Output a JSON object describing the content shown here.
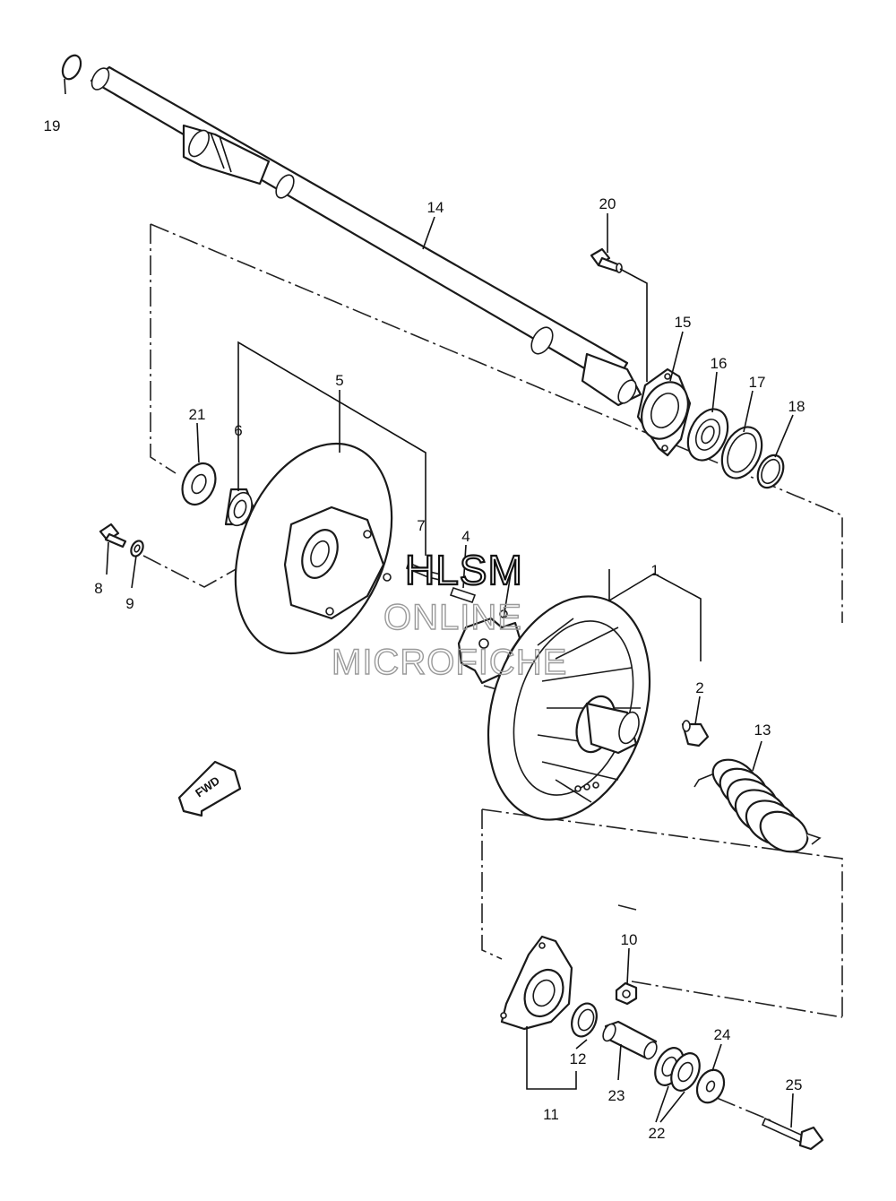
{
  "callouts": {
    "c1": "1",
    "c2": "2",
    "c4": "4",
    "c5": "5",
    "c6": "6",
    "c7": "7",
    "c8": "8",
    "c9": "9",
    "c10": "10",
    "c11": "11",
    "c12": "12",
    "c13": "13",
    "c14": "14",
    "c15": "15",
    "c16": "16",
    "c17": "17",
    "c18": "18",
    "c19": "19",
    "c20": "20",
    "c21": "21",
    "c22": "22",
    "c23": "23",
    "c24": "24",
    "c25": "25"
  },
  "direction_arrow": {
    "label": "FWD"
  },
  "watermark": {
    "line1": "HLSM",
    "line2": "ONLINE",
    "line3": "MICROFICHE"
  }
}
